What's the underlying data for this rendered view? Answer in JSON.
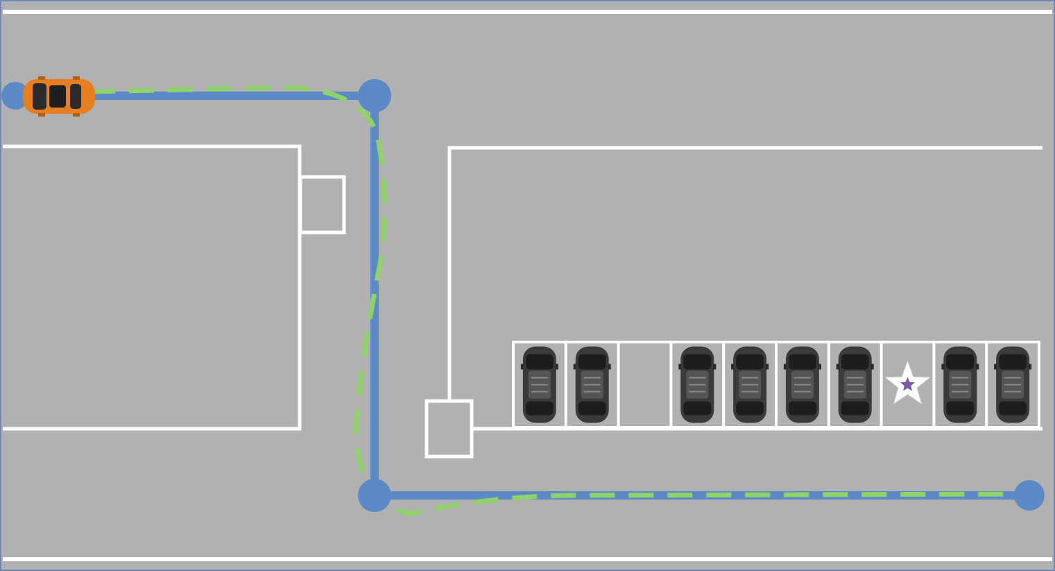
{
  "scene": {
    "colors": {
      "pavement": "#b1b1b1",
      "border": "#6f86b8",
      "lane_marking": "#ffffff",
      "planned_route": "#5b8ac6",
      "actual_trajectory": "#8fd16a",
      "ego_car": "#e67e22",
      "parked_car": "#3a3a3a",
      "target_star": "#ffffff",
      "target_star_center": "#7a5aa6"
    },
    "parking_row": {
      "slots": [
        "occupied",
        "occupied",
        "empty",
        "occupied",
        "occupied",
        "occupied",
        "occupied",
        "target",
        "occupied",
        "occupied"
      ]
    },
    "icons": {
      "ego_vehicle": "ego-car-icon",
      "parked_vehicle": "parked-car-icon",
      "target_marker": "target-star-icon",
      "waypoint": "waypoint-icon"
    }
  }
}
